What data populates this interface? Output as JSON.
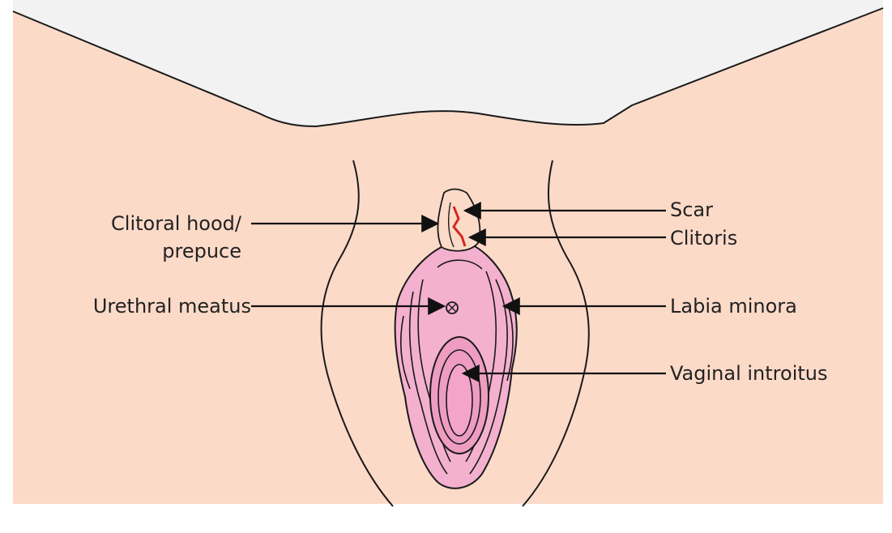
{
  "colors": {
    "background": "#ffffff",
    "skin": "#fcdac8",
    "labia_minora": "#f4b0cf",
    "inner_pink": "#ee9cc2",
    "outline": "#1a1a1a",
    "scar": "#d4281f",
    "text": "#222222"
  },
  "labels": {
    "clitoral_hood_line1": "Clitoral hood/",
    "clitoral_hood_line2": "prepuce",
    "urethral_meatus": "Urethral meatus",
    "scar": "Scar",
    "clitoris": "Clitoris",
    "labia_minora": "Labia minora",
    "vaginal_introitus": "Vaginal introitus"
  }
}
